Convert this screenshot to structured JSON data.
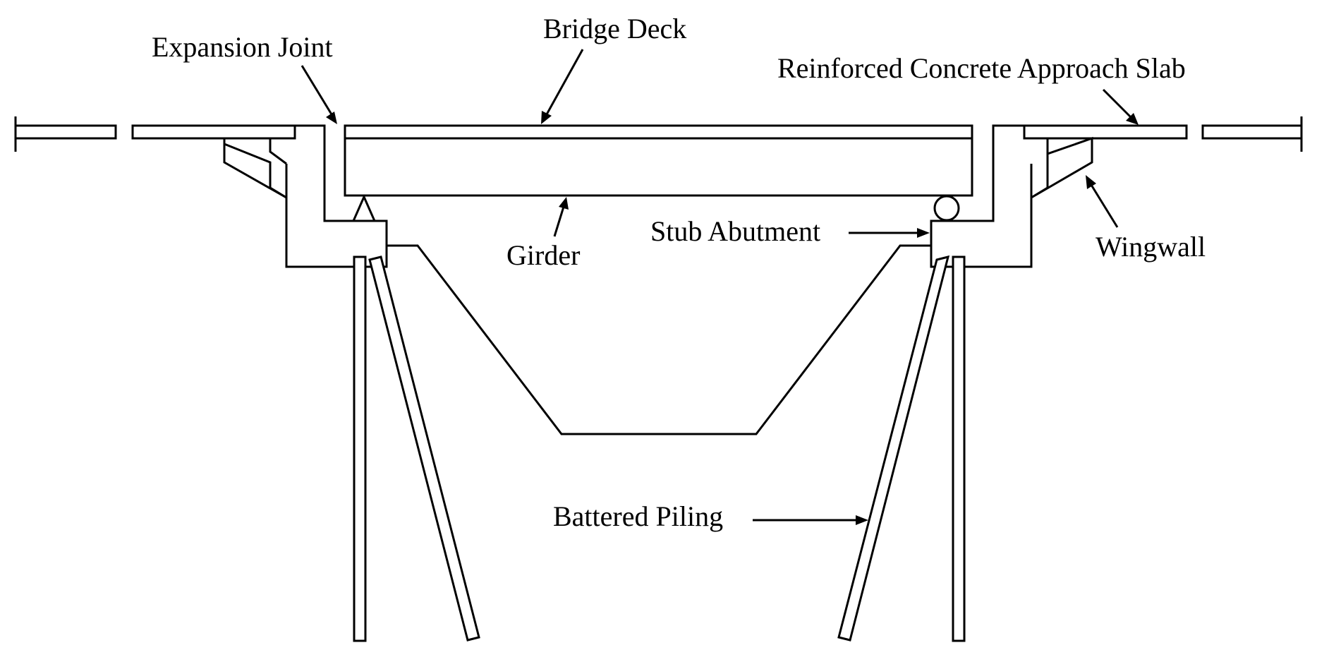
{
  "labels": {
    "expansion_joint": "Expansion Joint",
    "bridge_deck": "Bridge Deck",
    "approach_slab": "Reinforced Concrete Approach Slab",
    "girder": "Girder",
    "stub_abutment": "Stub Abutment",
    "wingwall": "Wingwall",
    "battered_piling": "Battered Piling"
  },
  "colors": {
    "line": "#000000",
    "background": "#ffffff"
  }
}
